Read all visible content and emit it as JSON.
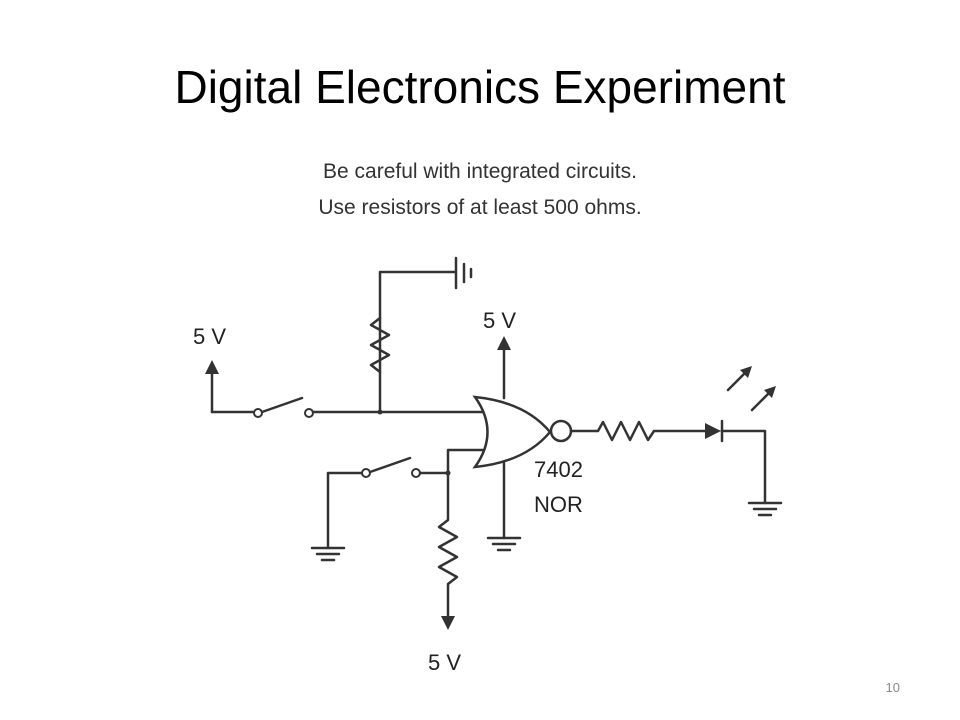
{
  "slide": {
    "title": "Digital Electronics Experiment",
    "page_number": "10"
  },
  "notes": [
    "Be careful with integrated circuits.",
    "Use resistors of at least 500 ohms."
  ],
  "circuit": {
    "supply_left": "5 V",
    "supply_gate": "5 V",
    "supply_bottom": "5 V",
    "chip_number": "7402",
    "chip_type": "NOR"
  }
}
